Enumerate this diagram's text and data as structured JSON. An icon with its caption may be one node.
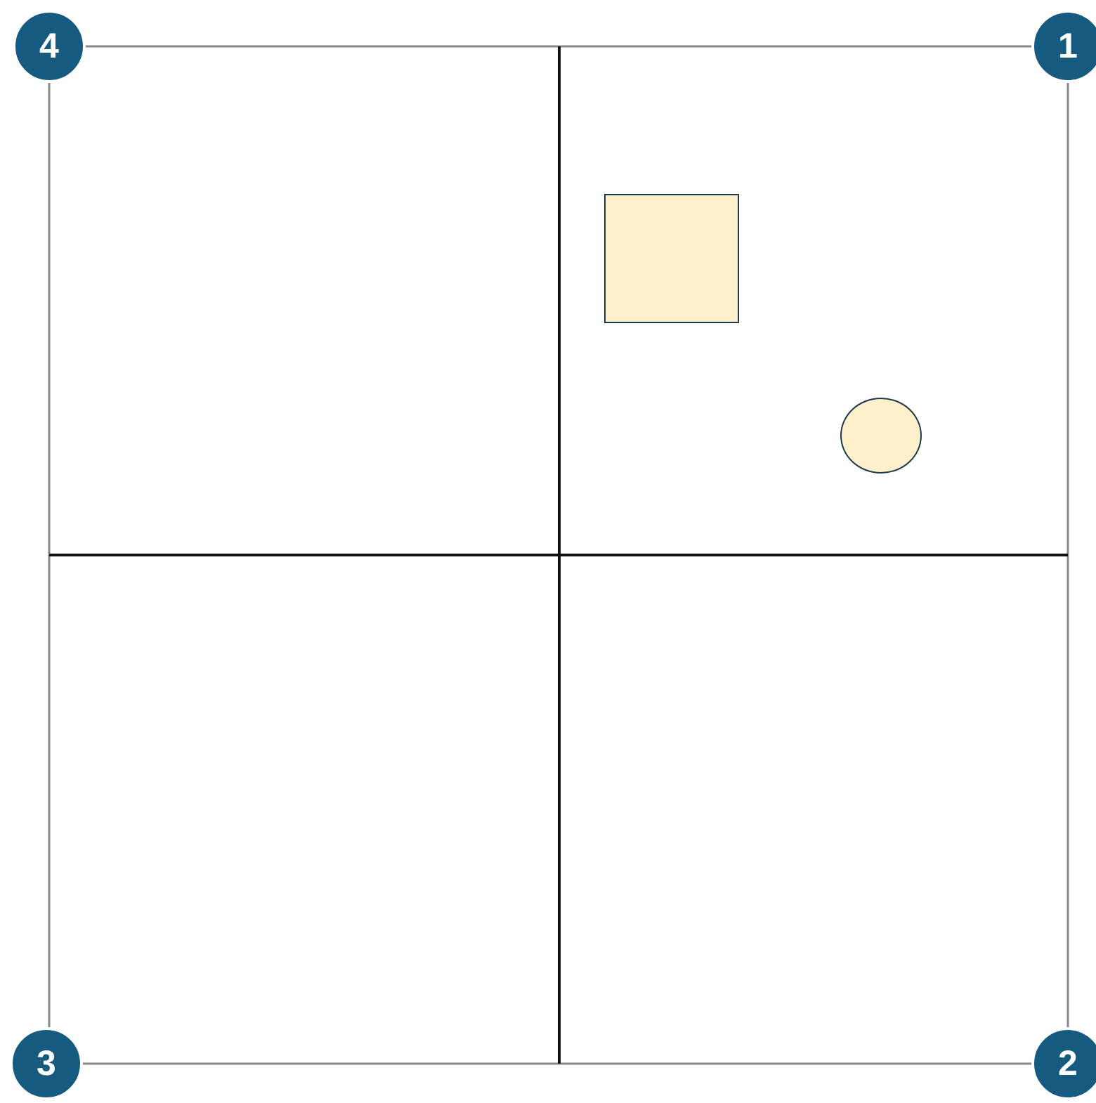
{
  "diagram": {
    "nodes": [
      {
        "text": [
          "4"
        ]
      },
      {
        "text": [
          "1"
        ]
      },
      {
        "text": [],
        "shape": "box"
      },
      {
        "text": [],
        "shape": "circle"
      },
      {
        "text": [
          "3"
        ]
      },
      {
        "text": [
          "2"
        ]
      }
    ]
  }
}
